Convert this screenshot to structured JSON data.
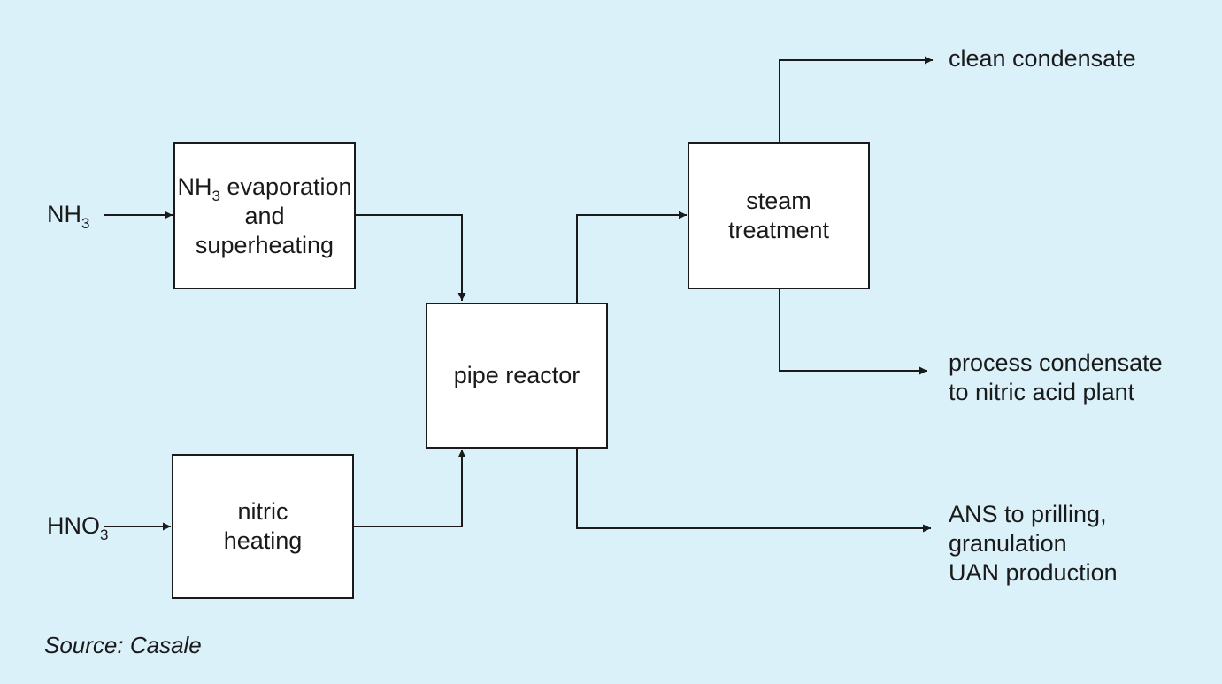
{
  "inputs": {
    "nh3": {
      "base": "NH",
      "sub": "3"
    },
    "hno3": {
      "base": "HNO",
      "sub": "3"
    }
  },
  "boxes": {
    "nh3_evap": {
      "line1_base": "NH",
      "line1_sub": "3",
      "line1_rest": " evaporation",
      "line2": "and",
      "line3": "superheating"
    },
    "nitric_heating": {
      "line1": "nitric",
      "line2": "heating"
    },
    "pipe_reactor": {
      "line1": "pipe reactor"
    },
    "steam_treatment": {
      "line1": "steam",
      "line2": "treatment"
    }
  },
  "outputs": {
    "clean_condensate": {
      "line1": "clean condensate"
    },
    "process_condensate": {
      "line1": "process condensate",
      "line2": "to nitric acid plant"
    },
    "ans": {
      "line1": "ANS to prilling,",
      "line2": "granulation",
      "line3": "UAN production"
    }
  },
  "source": "Source: Casale",
  "colors": {
    "background": "#daf1fa",
    "box_fill": "#ffffff",
    "stroke": "#1a1a1a"
  }
}
